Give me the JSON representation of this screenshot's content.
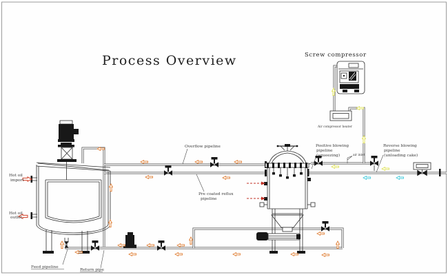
{
  "title": "Process Overview",
  "labels": {
    "screw_compressor": "Screw compressor",
    "air_compressor_heater": "Air compressor heater",
    "overflow": "Overflow pipeline",
    "pre_coated_reflux": [
      "Pre coated reflux",
      "pipeline"
    ],
    "positive_blowing": [
      "Positive blowing",
      "pipeline",
      "(squeezing)"
    ],
    "air_inlet": "air inlet",
    "reverse_blowing": [
      "Reverse blowing",
      "pipeline",
      "(unloading cake)"
    ],
    "hot_oil_import": [
      "Hot oil",
      "import"
    ],
    "hot_oil_outlet": [
      "Hot oil",
      "outlet"
    ],
    "feed": "Feed pipeline",
    "return_pipe": "Return pipe"
  },
  "colors": {
    "line": "#2e2e2e",
    "flow_arrow_orange": "#e0823c",
    "flow_arrow_cyan": "#43cbdc",
    "flow_arrow_yellow": "#dfe25e",
    "hot_oil_red": "#d0432b",
    "dashed_red": "#c23327"
  }
}
